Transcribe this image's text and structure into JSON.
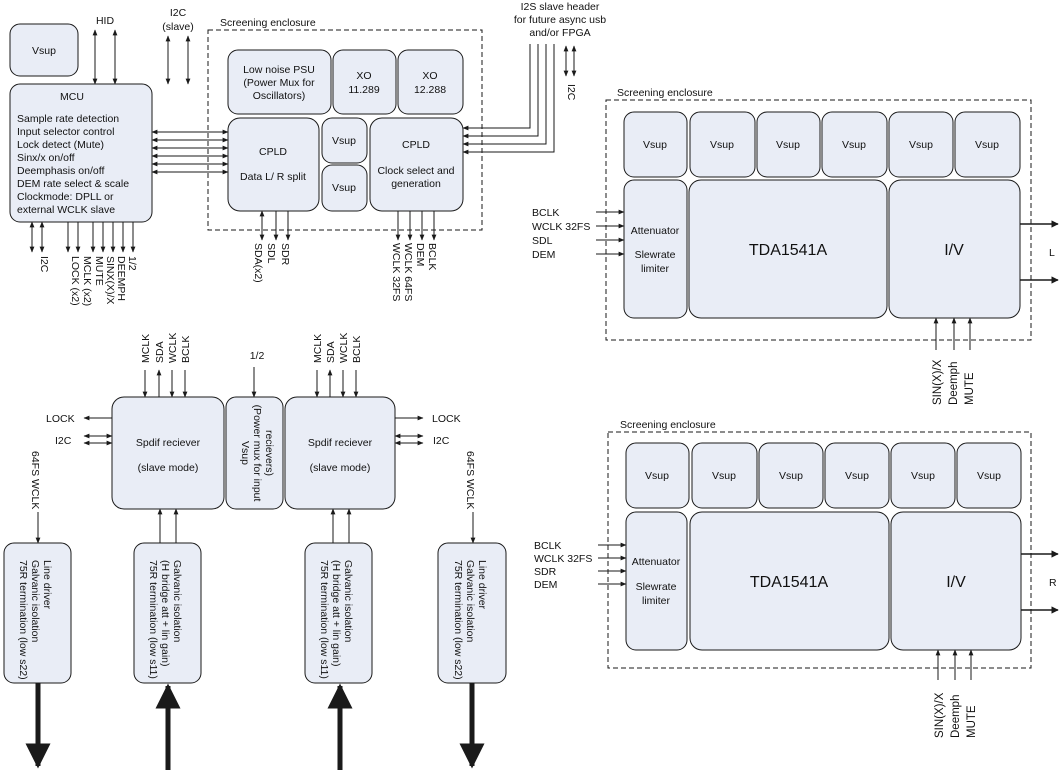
{
  "top_labels": {
    "hid": "HID",
    "i2c_slave": [
      "I2C",
      "(slave)"
    ],
    "i2s_header": [
      "I2S slave header",
      "for future async usb",
      "and/or FPGA"
    ],
    "i2c_right": "I2C"
  },
  "mcu": {
    "vsup": "Vsup",
    "title": "MCU",
    "lines": [
      "Sample rate detection",
      "Input selector control",
      "Lock detect (Mute)",
      "Sinx/x on/off",
      "Deemphasis on/off",
      "DEM rate select & scale",
      "Clockmode: DPLL or",
      "external WCLK slave"
    ],
    "bottom_signals": [
      "I2C",
      "LOCK (x2)",
      "MCLK (x2)",
      "MUTE",
      "SINX(X)/X",
      "DEEMPH",
      "1/2"
    ]
  },
  "enclosure1": {
    "title": "Screening enclosure",
    "psu": [
      "Low noise PSU",
      "(Power Mux for",
      "Oscillators)"
    ],
    "xo1": [
      "XO",
      "11.289"
    ],
    "xo2": [
      "XO",
      "12.288"
    ],
    "cpld1": [
      "CPLD",
      "Data L/ R split"
    ],
    "vsup_a": "Vsup",
    "vsup_b": "Vsup",
    "cpld2": [
      "CPLD",
      "Clock select and",
      "generation"
    ],
    "cpld1_signals": [
      "SDA(x2)",
      "SDL",
      "SDR"
    ],
    "cpld2_signals": [
      "WCLK 32FS",
      "WCLK 64FS",
      "DEM",
      "BCLK"
    ]
  },
  "dac_left": {
    "title": "Screening enclosure",
    "vsups": [
      "Vsup",
      "Vsup",
      "Vsup",
      "Vsup",
      "Vsup",
      "Vsup"
    ],
    "attenuator": [
      "Attenuator",
      "Slewrate",
      "limiter"
    ],
    "tda": "TDA1541A",
    "iv": "I/V",
    "inputs": [
      "BCLK",
      "WCLK 32FS",
      "SDL",
      "DEM"
    ],
    "output": "L",
    "controls": [
      "SIN(X)/X",
      "Deemph",
      "MUTE"
    ]
  },
  "dac_right": {
    "title": "Screening enclosure",
    "vsups": [
      "Vsup",
      "Vsup",
      "Vsup",
      "Vsup",
      "Vsup",
      "Vsup"
    ],
    "attenuator": [
      "Attenuator",
      "Slewrate",
      "limiter"
    ],
    "tda": "TDA1541A",
    "iv": "I/V",
    "inputs": [
      "BCLK",
      "WCLK 32FS",
      "SDR",
      "DEM"
    ],
    "output": "R",
    "controls": [
      "SIN(X)/X",
      "Deemph",
      "MUTE"
    ]
  },
  "spdif_left": {
    "title": "Spdif reciever",
    "mode": "(slave mode)",
    "top_signals": [
      "MCLK",
      "SDA",
      "WCLK",
      "BCLK"
    ],
    "lock": "LOCK",
    "i2c": "I2C"
  },
  "spdif_right": {
    "title": "Spdif reciever",
    "mode": "(slave mode)",
    "top_signals": [
      "MCLK",
      "SDA",
      "WCLK",
      "BCLK"
    ],
    "lock": "LOCK",
    "i2c": "I2C"
  },
  "mid_vsup": {
    "half": "1/2",
    "lines": [
      "Vsup",
      "(Power mux for input",
      "recievers)"
    ]
  },
  "bottom_blocks": {
    "wclk_label": "64FS WCLK",
    "driver": [
      "75R termination (low s22)",
      "Galvanic isolation",
      "Line driver"
    ],
    "receiver": [
      "75R termination (low s11)",
      "(H bridge att + lin gain)",
      "Galvanic isolation"
    ]
  }
}
